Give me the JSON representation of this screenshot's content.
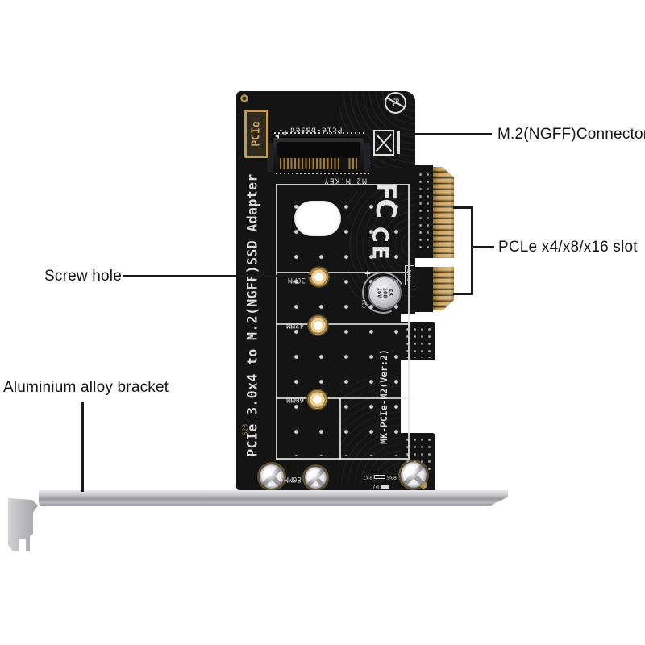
{
  "callouts": {
    "m2_connector": "M.2(NGFF)Connector",
    "pcie_slot": "PCLe x4/x8/x16 slot",
    "screw_hole": "Screw hole",
    "bracket": "Aluminium alloy bracket"
  },
  "board": {
    "pcie_tag": "PCIe",
    "pcie_based": "Pcie-based",
    "p1": "P1",
    "m2_key": "M2 M.KEY",
    "side_text": "PCIe 3.0x4 to M.2(NGFF)SSD Adapter",
    "model": "MK-PCIe-M2(Ver:2)",
    "fcc": "FC",
    "ce": "CE",
    "pb": "Pb",
    "rohs": "RoHS",
    "s28": "S28",
    "plus": "+",
    "screw_labels": [
      "30MM",
      "42MM",
      "60MM",
      "80MM"
    ],
    "capacitor": {
      "line1": "CK",
      "line2": "100",
      "line3": "16V"
    },
    "refs": {
      "r37": "R37",
      "r36": "R36",
      "d7": "D7",
      "c30": "C30"
    }
  },
  "colors": {
    "pcb": "#141414",
    "gold": "#c9a260",
    "bracket_metal": "#b4b4b8",
    "silkscreen": "#dcdcdc",
    "callout_text": "#151515"
  }
}
